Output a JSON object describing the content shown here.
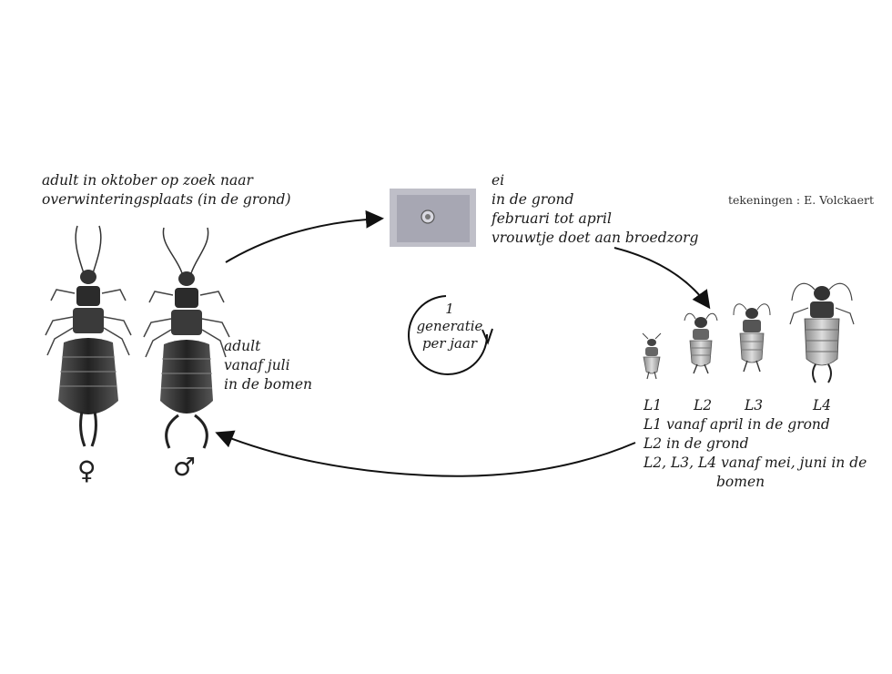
{
  "labels": {
    "adult_autumn": [
      "adult in oktober op zoek naar",
      "overwinteringsplaats (in de grond)"
    ],
    "egg": [
      "ei",
      "in de grond",
      "februari tot april",
      "vrouwtje doet aan broedzorg"
    ],
    "adult_summer": [
      "adult",
      "vanaf juli",
      "in de bomen"
    ],
    "credit": "tekeningen : E. Volckaert",
    "center": [
      "1",
      "generatie",
      "per jaar"
    ],
    "larvae_stages": [
      "L1",
      "L2",
      "L3",
      "L4"
    ],
    "larvae_notes": [
      "L1 vanaf april in de grond",
      "L2 in de grond",
      "L2, L3, L4 vanaf mei, juni in de",
      "bomen"
    ],
    "female_symbol": "♀",
    "male_symbol": "♂"
  },
  "icons": [
    "female-earwig-icon",
    "male-earwig-icon",
    "egg-icon",
    "larva-icon",
    "cycle-arrow-icon"
  ],
  "colors": {
    "ink": "#1a1a1a",
    "insect": "#2b2b2b",
    "egg_bg": "#9a9aa8"
  }
}
